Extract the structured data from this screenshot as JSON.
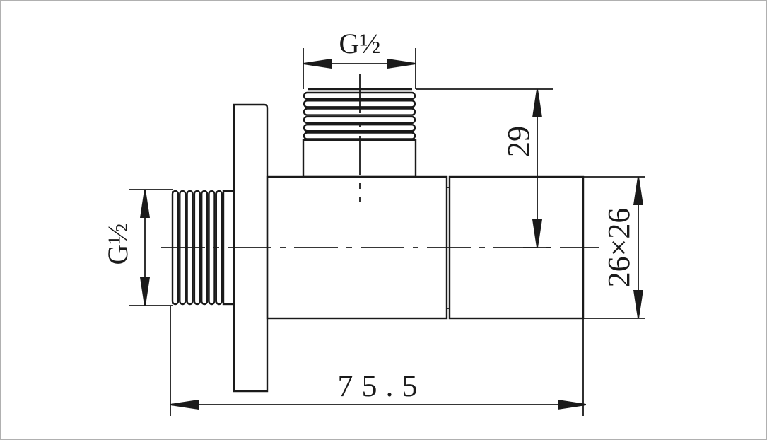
{
  "drawing": {
    "dimensions": {
      "top_thread": "G½",
      "left_thread": "G½",
      "height": "29",
      "body_section": "26×26",
      "overall_length": "75.5"
    },
    "colors": {
      "line": "#1a1a1a",
      "background": "#ffffff",
      "frame": "#b0b0b0"
    }
  }
}
